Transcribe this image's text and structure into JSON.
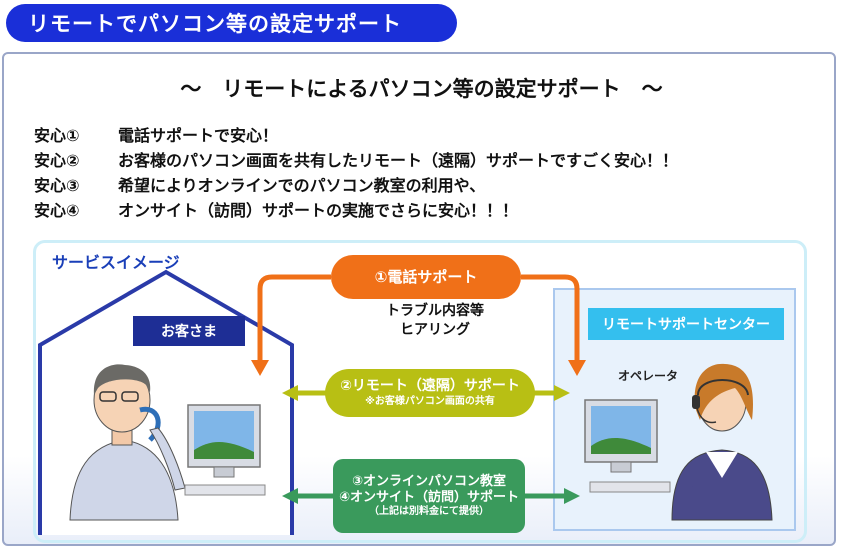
{
  "header": {
    "title": "リモートでパソコン等の設定サポート"
  },
  "panel": {
    "subtitle": "～　リモートによるパソコン等の設定サポート　～"
  },
  "assurances": [
    {
      "key": "安心①",
      "text": "電話サポートで安心！"
    },
    {
      "key": "安心②",
      "text": "お客様のパソコン画面を共有したリモート（遠隔）サポートですごく安心！！"
    },
    {
      "key": "安心③",
      "text": "希望によりオンラインでのパソコン教室の利用や、"
    },
    {
      "key": "安心④",
      "text": "オンサイト（訪問）サポートの実施でさらに安心！！！"
    }
  ],
  "service_image": {
    "label": "サービスイメージ",
    "customer_label": "お客さま",
    "center_label": "リモートサポートセンター",
    "operator_label": "オペレータ",
    "phone_support": "①電話サポート",
    "hearing_line1": "トラブル内容等",
    "hearing_line2": "ヒアリング",
    "remote_line1": "②リモート（遠隔）サポート",
    "remote_line2": "※お客様パソコン画面の共有",
    "online_line1": "③オンラインパソコン教室",
    "online_line2": "④オンサイト（訪問）サポート",
    "online_line3": "（上記は別料金にて提供）"
  },
  "colors": {
    "title_bg": "#1a2fd8",
    "phone_orange": "#f07018",
    "remote_olive": "#b8bf14",
    "online_green": "#3a9a5c",
    "center_cyan": "#34bfee",
    "customer_navy": "#1e2e95"
  }
}
